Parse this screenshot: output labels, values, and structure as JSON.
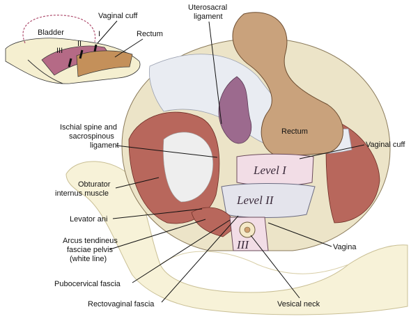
{
  "inset": {
    "bladder": "Bladder",
    "vaginal_cuff": "Vaginal cuff",
    "rectum": "Rectum",
    "level_marks": [
      "I",
      "II",
      "III"
    ]
  },
  "labels": {
    "uterosacral_ligament": [
      "Uterosacral",
      "ligament"
    ],
    "rectum": "Rectum",
    "vaginal_cuff": "Vaginal cuff",
    "ischial_spine": [
      "Ischial spine and",
      "sacrospinous",
      "ligament"
    ],
    "obturator_internus": [
      "Obturator",
      "internus muscle"
    ],
    "levator_ani": "Levator ani",
    "arcus_tendineus": [
      "Arcus tendineus",
      "fasciae pelvis",
      "(white line)"
    ],
    "pubocervical_fascia": "Pubocervical fascia",
    "rectovaginal_fascia": "Rectovaginal fascia",
    "vagina": "Vagina",
    "vesical_neck": "Vesical neck"
  },
  "level_tags": {
    "level1": "Level I",
    "level2": "Level II",
    "level3": "III"
  }
}
